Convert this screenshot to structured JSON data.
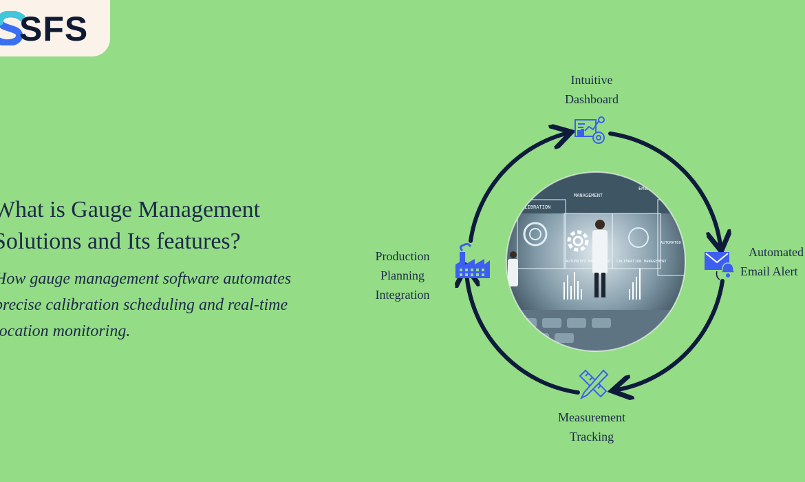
{
  "logo": {
    "text": "SFS"
  },
  "headline": {
    "line1": "What is Gauge Management",
    "line2": "Solutions and Its features?"
  },
  "subhead": {
    "text": "How gauge management software automates precise calibration scheduling and real-time location monitoring."
  },
  "cycle": {
    "center_image_labels": {
      "left_panel": "CALIBRATION",
      "top_panel": "MANAGEMENT",
      "top_right": "EMENT",
      "screen_center": "AUTOMATED MANAGEMENT",
      "screen_right": "CALIBRATION MANAGEMENT",
      "right_panel": "AUTOMATED"
    },
    "steps": [
      {
        "label_line1": "Intuitive",
        "label_line2": "Dashboard",
        "icon": "dashboard-icon"
      },
      {
        "label_line1": "Automated",
        "label_line2": "Email Alert",
        "icon": "email-alert-icon"
      },
      {
        "label_line1": "Measurement",
        "label_line2": "Tracking",
        "icon": "ruler-pencil-icon"
      },
      {
        "label_line1": "Production",
        "label_line2": "Planning",
        "label_line3": "Integration",
        "icon": "factory-icon"
      }
    ],
    "colors": {
      "arrow": "#0f1b3c",
      "icon": "#3d5ef0",
      "background": "#94dc86"
    }
  }
}
